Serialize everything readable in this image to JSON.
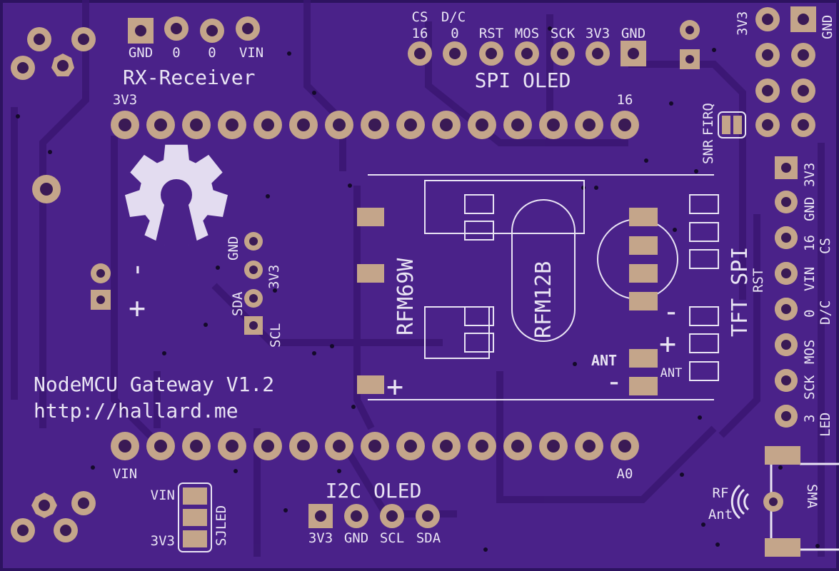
{
  "board": {
    "title": "NodeMCU Gateway V1.2",
    "url": "http://hallard.me",
    "colors": {
      "pcb": "#4a2289",
      "copper_dark": "#3a1672",
      "pad": "#c4a58a",
      "pad_hole": "#3a1a55",
      "silk": "#e9e4f4",
      "edge": "#2d1360"
    }
  },
  "rx_receiver": {
    "title": "RX-Receiver",
    "pins": [
      "GND",
      "0",
      "0",
      "VIN"
    ]
  },
  "spi_oled": {
    "title": "SPI OLED",
    "pins_top": [
      "CS",
      "D/C"
    ],
    "pins": [
      "16",
      "0",
      "RST",
      "MOS",
      "SCK",
      "3V3",
      "GND"
    ]
  },
  "nodemcu": {
    "top_left": "3V3",
    "top_right": "16",
    "bottom_left": "VIN",
    "bottom_right": "A0"
  },
  "i2c_side": {
    "pins": [
      "GND",
      "3V3",
      "SDA",
      "SCL"
    ]
  },
  "polarity": {
    "minus": "-",
    "plus": "+"
  },
  "radio": {
    "rfm69": "RFM69W",
    "rfm12": "RFM12B",
    "ant": "ANT",
    "minus": "-",
    "plus": "+"
  },
  "tft_spi": {
    "title": "TFT SPI",
    "rst": "RST",
    "pins": [
      "3V3",
      "GND",
      "CS",
      "D/C",
      "MOS",
      "SCK",
      "LED"
    ],
    "nums": [
      "16",
      "VIN",
      "0",
      "3"
    ]
  },
  "top_right": {
    "v3": "3V3",
    "gnd": "GND",
    "snr": "SNR",
    "firq": "FIRQ"
  },
  "i2c_oled": {
    "title": "I2C OLED",
    "pins": [
      "3V3",
      "GND",
      "SCL",
      "SDA"
    ]
  },
  "sjled": {
    "label": "SJLED",
    "top": "VIN",
    "bottom": "3V3"
  },
  "rf": {
    "rf": "RF",
    "ant": "Ant",
    "sma": "SMA"
  }
}
